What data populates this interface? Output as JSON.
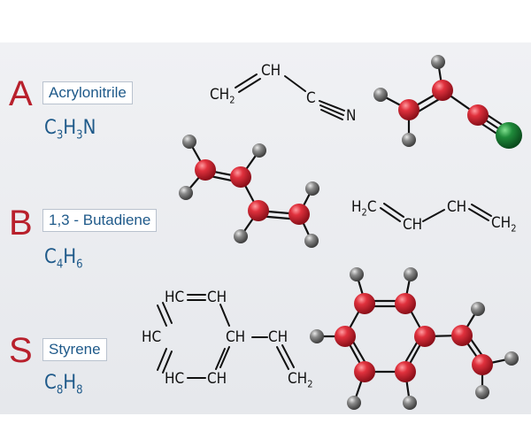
{
  "compounds": [
    {
      "letter": "A",
      "name": "Acrylonitrile",
      "formula": {
        "e1": "C",
        "n1": "3",
        "e2": "H",
        "n2": "3",
        "e3": "N",
        "n3": ""
      }
    },
    {
      "letter": "B",
      "name": "1,3 - Butadiene",
      "formula": {
        "e1": "C",
        "n1": "4",
        "e2": "H",
        "n2": "6",
        "e3": "",
        "n3": ""
      }
    },
    {
      "letter": "S",
      "name": "Styrene",
      "formula": {
        "e1": "C",
        "n1": "8",
        "e2": "H",
        "n2": "8",
        "e3": "",
        "n3": ""
      }
    }
  ],
  "structural": {
    "acrylonitrile": {
      "ch2": "CH",
      "ch2_sub": "2",
      "ch": "CH",
      "c": "C",
      "n": "N"
    },
    "butadiene": {
      "h2c_left": "H",
      "h2c_sub": "2",
      "h2c_c": "C",
      "ch_left": "CH",
      "ch_right": "CH",
      "ch2_right": "CH",
      "ch2_sub": "2"
    },
    "styrene": {
      "hc_tl": "HC",
      "ch_tr": "CH",
      "hc_l": "HC",
      "ch_c": "CH",
      "hc_bl": "HC",
      "ch_bm": "CH",
      "ch_vinyl": "CH",
      "ch2_vinyl": "CH",
      "ch2_sub": "2"
    }
  },
  "colors": {
    "carbon": "#d62a36",
    "hydrogen": "#7d7d7d",
    "nitrogen": "#1f8a3a",
    "bond": "#111111",
    "accent_letter": "#b8202c",
    "name_text": "#1f5a8a"
  }
}
